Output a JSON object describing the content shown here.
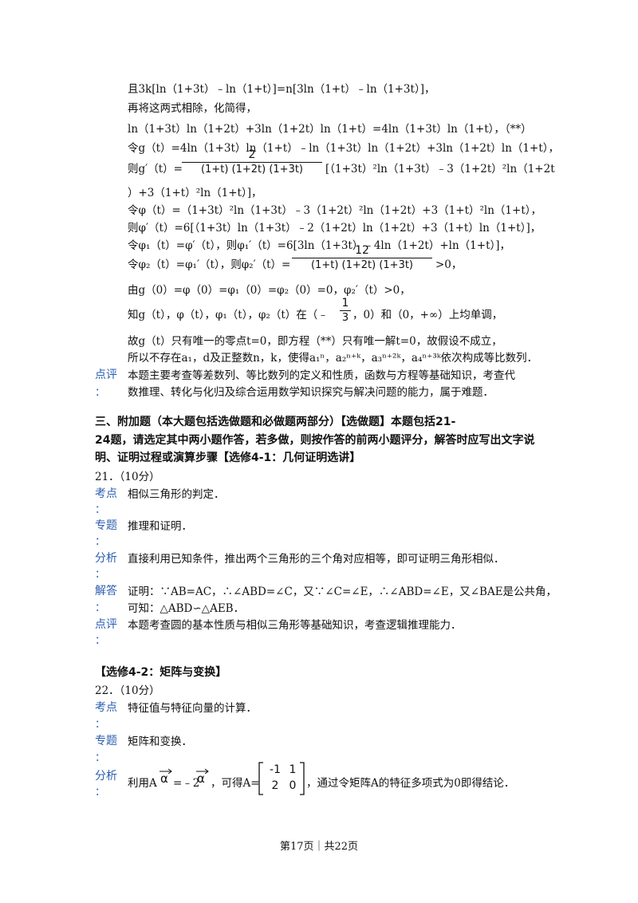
{
  "solution_lines": [
    "且3k[ln（1+3t）﹣ln（1+t）]=n[3ln（1+t）﹣ln（1+3t）]，",
    "再将这两式相除，化简得，",
    "ln（1+3t）ln（1+2t）+3ln（1+2t）ln（1+t）=4ln（1+3t）ln（1+t），（**）",
    "令g（t）=4ln（1+3t）ln（1+t）﹣ln（1+3t）ln（1+2t）+3ln（1+2t）ln（1+t），",
    "则g′（t）=",
    "[（1+3t）²ln（1+3t）﹣3（1+2t）²ln（1+2t",
    "）+3（1+t）²ln（1+t）]，",
    "令φ（t）=（1+3t）²ln（1+3t）﹣3（1+2t）²ln（1+2t）+3（1+t）²ln（1+t），",
    "则φ′（t）=6[（1+3t）ln（1+3t）﹣2（1+2t）ln（1+2t）+3（1+t）ln（1+t）]，",
    "令φ₁（t）=φ′（t），则φ₁′（t）=6[3ln（1+3t）﹣4ln（1+2t）+ln（1+t）]，",
    "令φ₂（t）=φ₁′（t），则φ₂′（t）=",
    ">0，",
    "由g（0）=φ（0）=φ₁（0）=φ₂（0）=0，φ₂′（t）>0，",
    "知g（t），φ（t），φ₁（t），φ₂（t）在（﹣",
    "，0）和（0，+∞）上均单调，",
    "故g（t）只有唯一的零点t=0，即方程（**）只有唯一解t=0，故假设不成立，",
    "所以不存在a₁，d及正整数n，k，使得a₁ⁿ，a₂ⁿ⁺ᵏ，a₃ⁿ⁺²ᵏ，a₄ⁿ⁺³ᵏ依次构成等比数列．"
  ],
  "frac1": {
    "num": "2",
    "den": "(1+t) (1+2t) (1+3t)"
  },
  "frac2": {
    "num": "12",
    "den": "(1+t) (1+2t) (1+3t)"
  },
  "frac3": {
    "num": "1",
    "den": "3"
  },
  "labels": {
    "dianping": "点评",
    "kaodian": "考点",
    "zhuanti": "专题",
    "fenxi": "分析",
    "jieda": "解答",
    "colon": "："
  },
  "comment_20": [
    "本题主要考查等差数列、等比数列的定义和性质，函数与方程等基础知识，考查代",
    "数推理、转化与化归及综合运用数学知识探究与解决问题的能力，属于难题．"
  ],
  "section_title": [
    "三、附加题（本大题包括选做题和必做题两部分）【选做题】本题包括21-",
    "24题，请选定其中两小题作答，若多做，则按作答的前两小题评分，解答时应写出文字说",
    "明、证明过程或演算步骤【选修4-1：几何证明选讲】"
  ],
  "q21": {
    "number": "21．（10分）",
    "kaodian": "相似三角形的判定．",
    "zhuanti": "推理和证明．",
    "fenxi": "直接利用已知条件，推出两个三角形的三个角对应相等，即可证明三角形相似．",
    "jieda_1": "证明：∵AB=AC，∴∠ABD=∠C，又∵∠C=∠E，∴∠ABD=∠E，又∠BAE是公共角，",
    "jieda_2": "可知：△ABD∽△AEB．",
    "dianping": "本题考查圆的基本性质与相似三角形等基础知识，考查逻辑推理能力．"
  },
  "q22": {
    "heading": "【选修4-2：矩阵与变换】",
    "number": "22．（10分）",
    "kaodian": "特征值与特征向量的计算．",
    "zhuanti": "矩阵和变换．",
    "fenxi_a": "利用A",
    "alpha": "α",
    "fenxi_b": "=﹣2",
    "fenxi_c": "，可得A=",
    "fenxi_d": "，通过令矩阵A的特征多项式为0即得结论．",
    "matrix": [
      [
        "-1",
        "1"
      ],
      [
        "2",
        "0"
      ]
    ]
  },
  "footer": "第17页｜共22页"
}
